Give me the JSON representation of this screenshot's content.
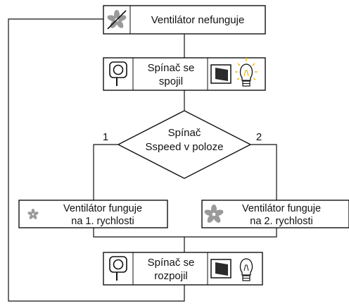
{
  "nodes": {
    "fan_not_working": {
      "label": "Ventilátor nefunguje",
      "icon": "fan-crossed-icon"
    },
    "switch_closed": {
      "lines": [
        "Spínač se",
        "spojil"
      ],
      "left_icon": "thermostat-icon",
      "right_icon": "switch-bulb-on-icon"
    },
    "decision": {
      "lines": [
        "Spínač",
        "Sspeed v poloze"
      ]
    },
    "speed_1": {
      "lines": [
        "Ventilátor funguje",
        "na 1. rychlosti"
      ],
      "icon": "fan-small-icon"
    },
    "speed_2": {
      "lines": [
        "Ventilátor funguje",
        "na 2. rychlosti"
      ],
      "icon": "fan-large-icon"
    },
    "switch_open": {
      "lines": [
        "Spínač se",
        "rozpojil"
      ],
      "left_icon": "thermostat-icon",
      "right_icon": "switch-bulb-off-icon"
    }
  },
  "branches": {
    "left": "1",
    "right": "2"
  },
  "colors": {
    "stroke": "#111111",
    "fan": "#9a9a9a",
    "bulb_glow": "#f2b600",
    "switch_body": "#2b2b2b"
  }
}
